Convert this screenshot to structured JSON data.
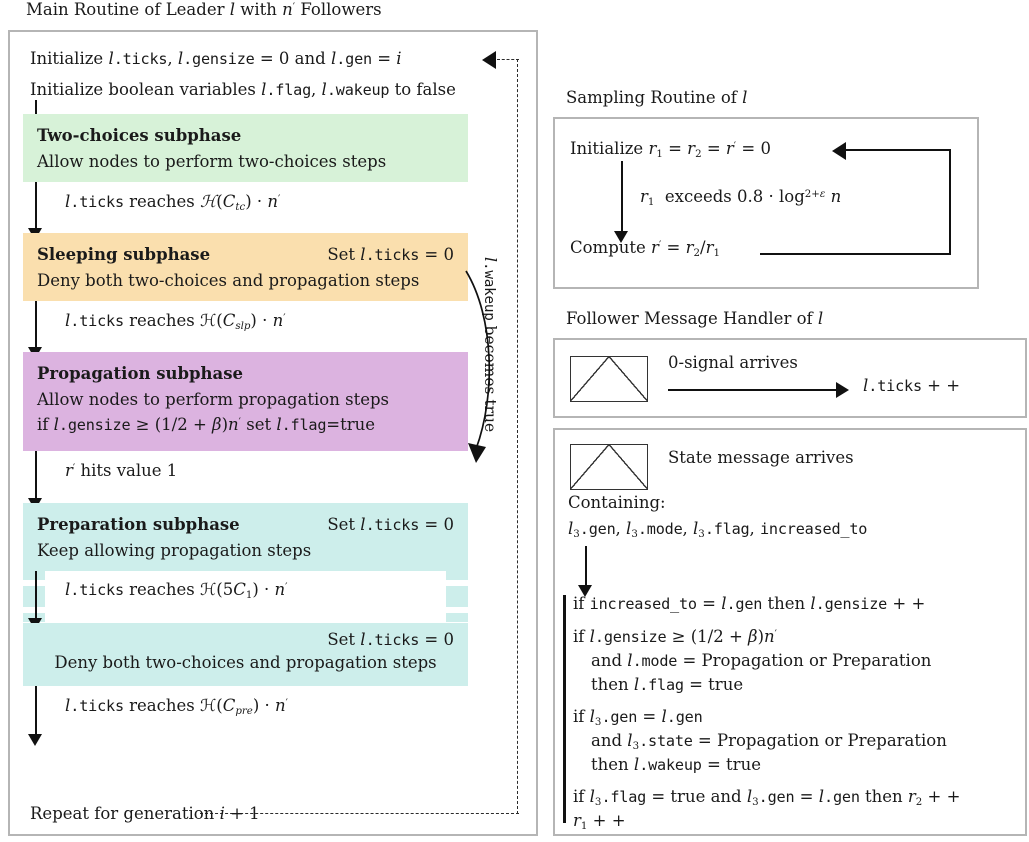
{
  "main": {
    "caption": "Main Routine of Leader l with n′ Followers",
    "init_line1": "Initialize l.ticks, l.gensize = 0 and l.gen = i",
    "init_line2": "Initialize boolean variables l.flag, l.wakeup to false",
    "phases": [
      {
        "id": "two-choices",
        "title": "Two-choices subphase",
        "right_label": "",
        "body": [
          "Allow nodes to perform two-choices steps"
        ],
        "color": "#d7f2d8"
      },
      {
        "id": "sleeping",
        "title": "Sleeping subphase",
        "right_label": "Set l.ticks = 0",
        "body": [
          "Deny both two-choices and propagation steps"
        ],
        "color": "#fadfae"
      },
      {
        "id": "propagation",
        "title": "Propagation subphase",
        "right_label": "",
        "body": [
          "Allow nodes to perform propagation steps",
          "if l.gensize ≥ (1/2 + β)n′ set l.flag=true"
        ],
        "color": "#dcb3e0"
      },
      {
        "id": "preparation",
        "title": "Preparation subphase",
        "right_label": "Set l.ticks = 0",
        "body": [
          "Keep allowing propagation steps"
        ],
        "color": "#cdeeeb"
      },
      {
        "id": "final-sleep",
        "title": "",
        "right_label": "Set l.ticks = 0",
        "body": [
          "Deny both two-choices and propagation steps"
        ],
        "color": "#cdeeeb"
      }
    ],
    "transitions": [
      "l.ticks reaches ℋ(C_tc) · n′",
      "l.ticks reaches ℋ(C_slp) · n′",
      "r′ hits value 1",
      "l.ticks reaches ℋ(5C_1) · n′",
      "l.ticks reaches ℋ(C_pre) · n′"
    ],
    "wakeup_label": "l.wakeup becomes true",
    "repeat_label": "Repeat for generation i + 1"
  },
  "sampling": {
    "caption": "Sampling Routine of l",
    "line1": "Initialize r₁ = r₂ = r′ = 0",
    "edge": "r₁  exceeds 0.8 · log^{2+ε} n",
    "line2": "Compute r′ = r₂/r₁"
  },
  "follower_handler": {
    "caption": "Follower Message Handler of l",
    "signal_label": "0-signal arrives",
    "result": "l.ticks + +"
  },
  "state_handler": {
    "envelope_label": "State message arrives",
    "containing_label": "Containing:",
    "containing_fields": "l₃.gen, l₃.mode, l₃.flag, increased_to",
    "statements": [
      [
        "if increased_to = l.gen then l.gensize + +"
      ],
      [
        "if l.gensize ≥ (1/2 + β)n′",
        "and l.mode = Propagation or Preparation",
        "then l.flag = true"
      ],
      [
        "if l₃.gen = l.gen",
        "and l₃.state = Propagation or Preparation",
        "then l.wakeup = true"
      ],
      [
        "if l₃.flag = true and l₃.gen = l.gen then r₂ + +",
        "r₁ + +"
      ]
    ]
  },
  "colors": {
    "green": "#d7f2d8",
    "orange": "#fadfae",
    "magenta": "#dcb3e0",
    "cyan": "#cdeeeb",
    "border": "#b5b5b5",
    "ink": "#111111"
  }
}
